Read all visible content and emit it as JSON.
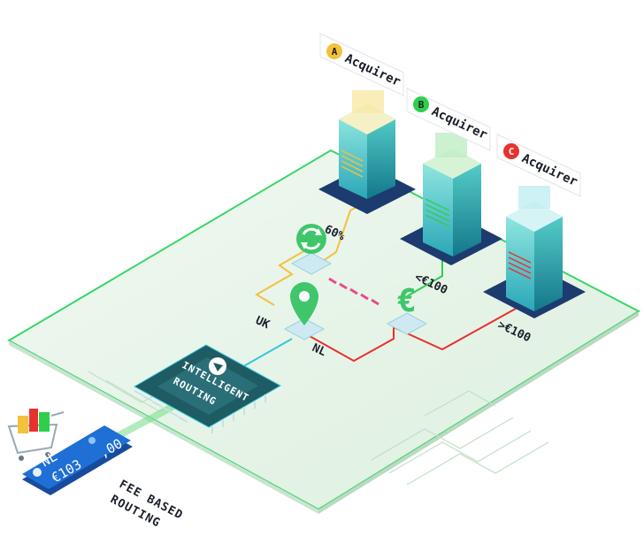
{
  "acquirers": [
    {
      "badge": "A",
      "label": "Acquirer",
      "color": "#f2c23c"
    },
    {
      "badge": "B",
      "label": "Acquirer",
      "color": "#2fcf4e"
    },
    {
      "badge": "C",
      "label": "Acquirer",
      "color": "#e8312f"
    }
  ],
  "route_labels": {
    "pct": "60%",
    "under": "<€100",
    "over": ">€100",
    "uk": "UK",
    "nl": "NL"
  },
  "chip": {
    "line1": "INTELLIGENT",
    "line2": "ROUTING"
  },
  "card": {
    "country": "NL",
    "amount": "€103",
    "cents": ",00"
  },
  "caption": {
    "line1": "FEE BASED",
    "line2": "ROUTING"
  },
  "colors": {
    "accent": "#2fcf4e",
    "route_red": "#e8312f",
    "route_yellow": "#f2c23c",
    "route_cyan": "#35c6d8",
    "card_blue": "#1f6fd6"
  }
}
